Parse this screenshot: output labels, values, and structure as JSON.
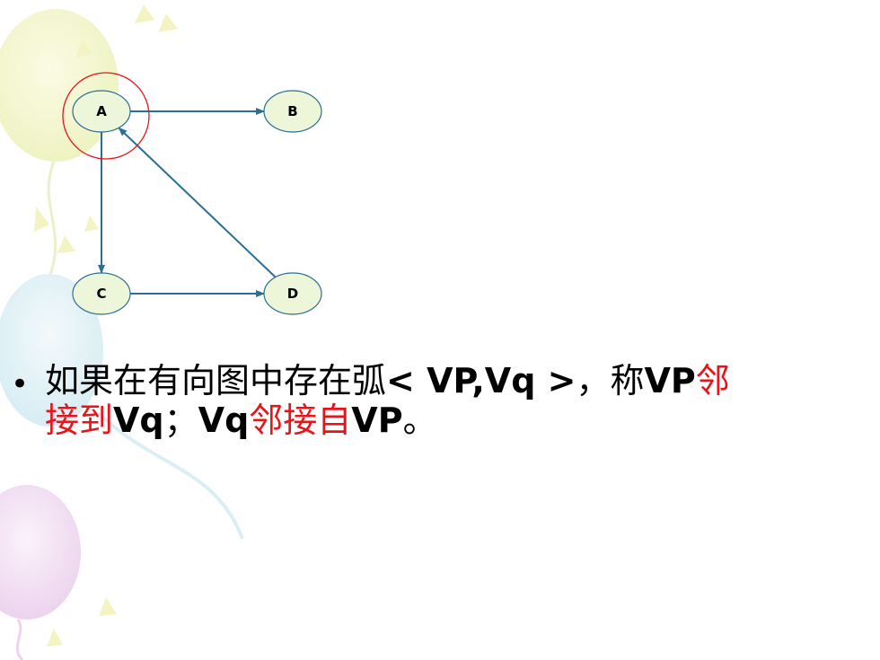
{
  "graph": {
    "nodes": [
      {
        "id": "A",
        "label": "A"
      },
      {
        "id": "B",
        "label": "B"
      },
      {
        "id": "C",
        "label": "C"
      },
      {
        "id": "D",
        "label": "D"
      }
    ],
    "edges": [
      {
        "from": "A",
        "to": "B"
      },
      {
        "from": "A",
        "to": "C"
      },
      {
        "from": "C",
        "to": "D"
      },
      {
        "from": "D",
        "to": "A"
      }
    ],
    "highlighted_node": "A",
    "colors": {
      "node_fill": "#eef6d9",
      "node_stroke": "#2a6f95",
      "edge": "#2a6f95",
      "highlight": "#e8141a"
    }
  },
  "text": {
    "bullet": "•",
    "line1_part1": "如果在有向图中存在弧",
    "line1_part2": "< VP,Vq >",
    "line1_part3": "，称",
    "line1_part4": "VP",
    "line1_part5": "邻",
    "line2_part1": "接到",
    "line2_part2": "Vq",
    "line2_part3": "；",
    "line2_part4": "Vq",
    "line2_part5": "邻接自",
    "line2_part6": "VP",
    "line2_part7": "。",
    "colors": {
      "normal": "#000000",
      "emphasis": "#e8141a"
    }
  }
}
